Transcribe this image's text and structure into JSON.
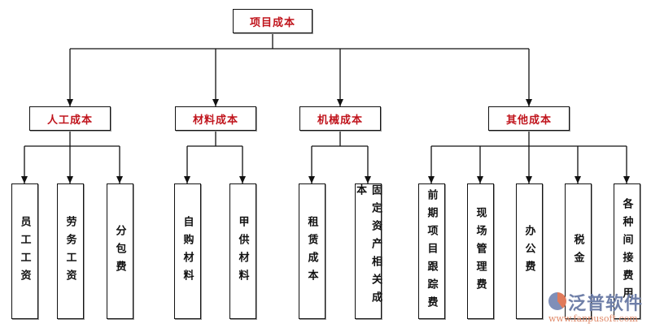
{
  "root": "项目成本",
  "categories": [
    {
      "label": "人工成本",
      "children": [
        "员工工资",
        "劳务工资",
        "分包费"
      ]
    },
    {
      "label": "材料成本",
      "children": [
        "自购材料",
        "甲供材料"
      ]
    },
    {
      "label": "机械成本",
      "children": [
        "租赁成本",
        "固定资产相关成本"
      ]
    },
    {
      "label": "其他成本",
      "children": [
        "前期项目跟踪费",
        "现场管理费",
        "办公费",
        "税金",
        "各种间接费用"
      ]
    }
  ],
  "watermark": {
    "name": "泛普软件",
    "url": "www.fanpusoft.com"
  },
  "colors": {
    "heading_text": "#c0141c",
    "line": "#111111"
  }
}
